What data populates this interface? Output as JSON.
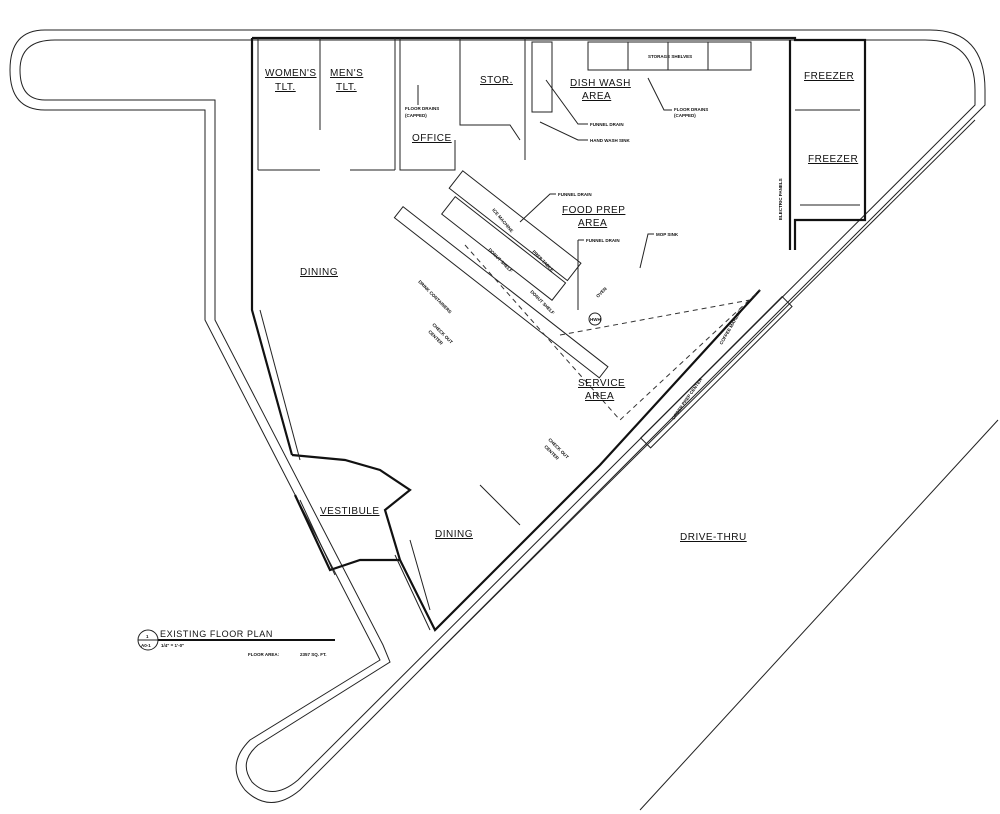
{
  "rooms": {
    "womens_toilet": [
      "WOMEN'S",
      "TLT."
    ],
    "mens_toilet": [
      "MEN'S",
      "TLT."
    ],
    "office": "OFFICE",
    "storage": "STOR.",
    "dish_wash": [
      "DISH WASH",
      "AREA"
    ],
    "freezer_1": "FREEZER",
    "freezer_2": "FREEZER",
    "food_prep": [
      "FOOD PREP",
      "AREA"
    ],
    "dining_1": "DINING",
    "dining_2": "DINING",
    "service": [
      "SERVICE",
      "AREA"
    ],
    "vestibule": "VESTIBULE",
    "drive_thru": "DRIVE-THRU"
  },
  "notes": {
    "storage_shelves": "STORAGE SHELVES",
    "floor_drains_office": [
      "FLOOR DRAINS",
      "(CAPPED)"
    ],
    "floor_drains_dish": [
      "FLOOR DRAINS",
      "(CAPPED)"
    ],
    "funnel_drain_dish": "FUNNEL DRAIN",
    "hand_wash_sink": "HAND WASH SINK",
    "funnel_drain_1": "FUNNEL DRAIN",
    "funnel_drain_2": "FUNNEL DRAIN",
    "mop_sink": "MOP SINK",
    "electric_panels": "ELECTRIC PANELS",
    "ice_machine": "ICE MACHINE",
    "prep_table": "PREP TABLE",
    "donut_shelf_1": "DONUT SHELF",
    "donut_shelf_2": "DONUT SHELF",
    "drink_containers": "DRINK CONTAINERS",
    "oven": "OVEN",
    "heater": "HWH",
    "checkout_1": [
      "CHECK OUT",
      "CENTER"
    ],
    "checkout_2": [
      "CHECK OUT",
      "CENTER"
    ],
    "coffee_makers": "COFFEE MAKERS",
    "order_prep": "ORDER PREP CENTER"
  },
  "title_block": {
    "detail_number": "1",
    "sheet": "A0-1",
    "title": "EXISTING FLOOR PLAN",
    "scale": "1/4\" = 1'-0\"",
    "floor_area_label": "FLOOR AREA:",
    "floor_area_value": "2357 SQ. FT."
  }
}
